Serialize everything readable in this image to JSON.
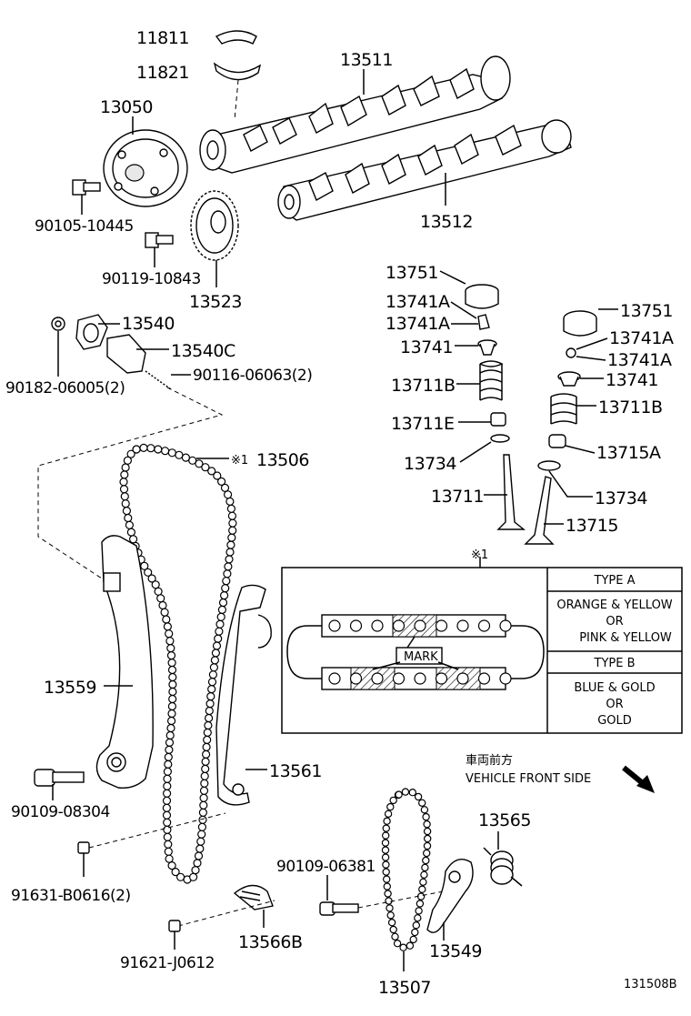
{
  "diagram": {
    "reference_code": "131508B",
    "direction_note_jp": "車両前方",
    "direction_note_en": "VEHICLE FRONT SIDE",
    "note_mark": "※1",
    "parts": {
      "p11811": "11811",
      "p11821": "11821",
      "p13511": "13511",
      "p13050": "13050",
      "p13512": "13512",
      "p90105": "90105-10445",
      "p90119": "90119-10843",
      "p13523": "13523",
      "p13751_left": "13751",
      "p13741A_left_1": "13741A",
      "p13741A_left_2": "13741A",
      "p13741_left": "13741",
      "p13711B_left": "13711B",
      "p13711E": "13711E",
      "p13734_left": "13734",
      "p13711": "13711",
      "p13751_right": "13751",
      "p13741A_right_1": "13741A",
      "p13741A_right_2": "13741A",
      "p13741_right": "13741",
      "p13711B_right": "13711B",
      "p13715A": "13715A",
      "p13734_right": "13734",
      "p13715": "13715",
      "p13540": "13540",
      "p13540C": "13540C",
      "p90182": "90182-06005(2)",
      "p90116": "90116-06063(2)",
      "p13506": "13506",
      "p13559": "13559",
      "p13561": "13561",
      "p90109_08304": "90109-08304",
      "p91631": "91631-B0616(2)",
      "p13566B": "13566B",
      "p91621": "91621-J0612",
      "p13507": "13507",
      "p90109_06381": "90109-06381",
      "p13565": "13565",
      "p13549": "13549"
    },
    "chain_note": {
      "mark_label": "MARK",
      "type_a_header": "TYPE A",
      "type_a_line1": "ORANGE & YELLOW",
      "type_a_line2": "OR",
      "type_a_line3": "PINK & YELLOW",
      "type_b_header": "TYPE B",
      "type_b_line1": "BLUE & GOLD",
      "type_b_line2": "OR",
      "type_b_line3": "GOLD"
    }
  }
}
